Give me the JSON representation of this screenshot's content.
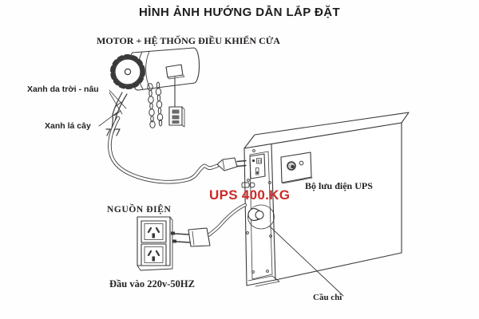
{
  "title": "HÌNH ẢNH HƯỚNG DẪN LẮP ĐẶT",
  "diagram": {
    "motor_label": "MOTOR + HỆ THỐNG ĐIỀU KHIỂN CỬA",
    "wire_labels": {
      "blue_brown": "Xanh da trời - nâu",
      "green": "Xanh lá cây"
    },
    "power": {
      "label": "NGUỒN ĐIỆN",
      "input": "Đầu vào 220v-50HZ"
    },
    "ups": {
      "model": "UPS 400.KG",
      "name": "Bộ lưu điện UPS",
      "fuse": "Cầu chì"
    },
    "colors": {
      "line": "#3a3a3a",
      "accent_red": "#cc2a28",
      "background": "#ffffff"
    }
  }
}
